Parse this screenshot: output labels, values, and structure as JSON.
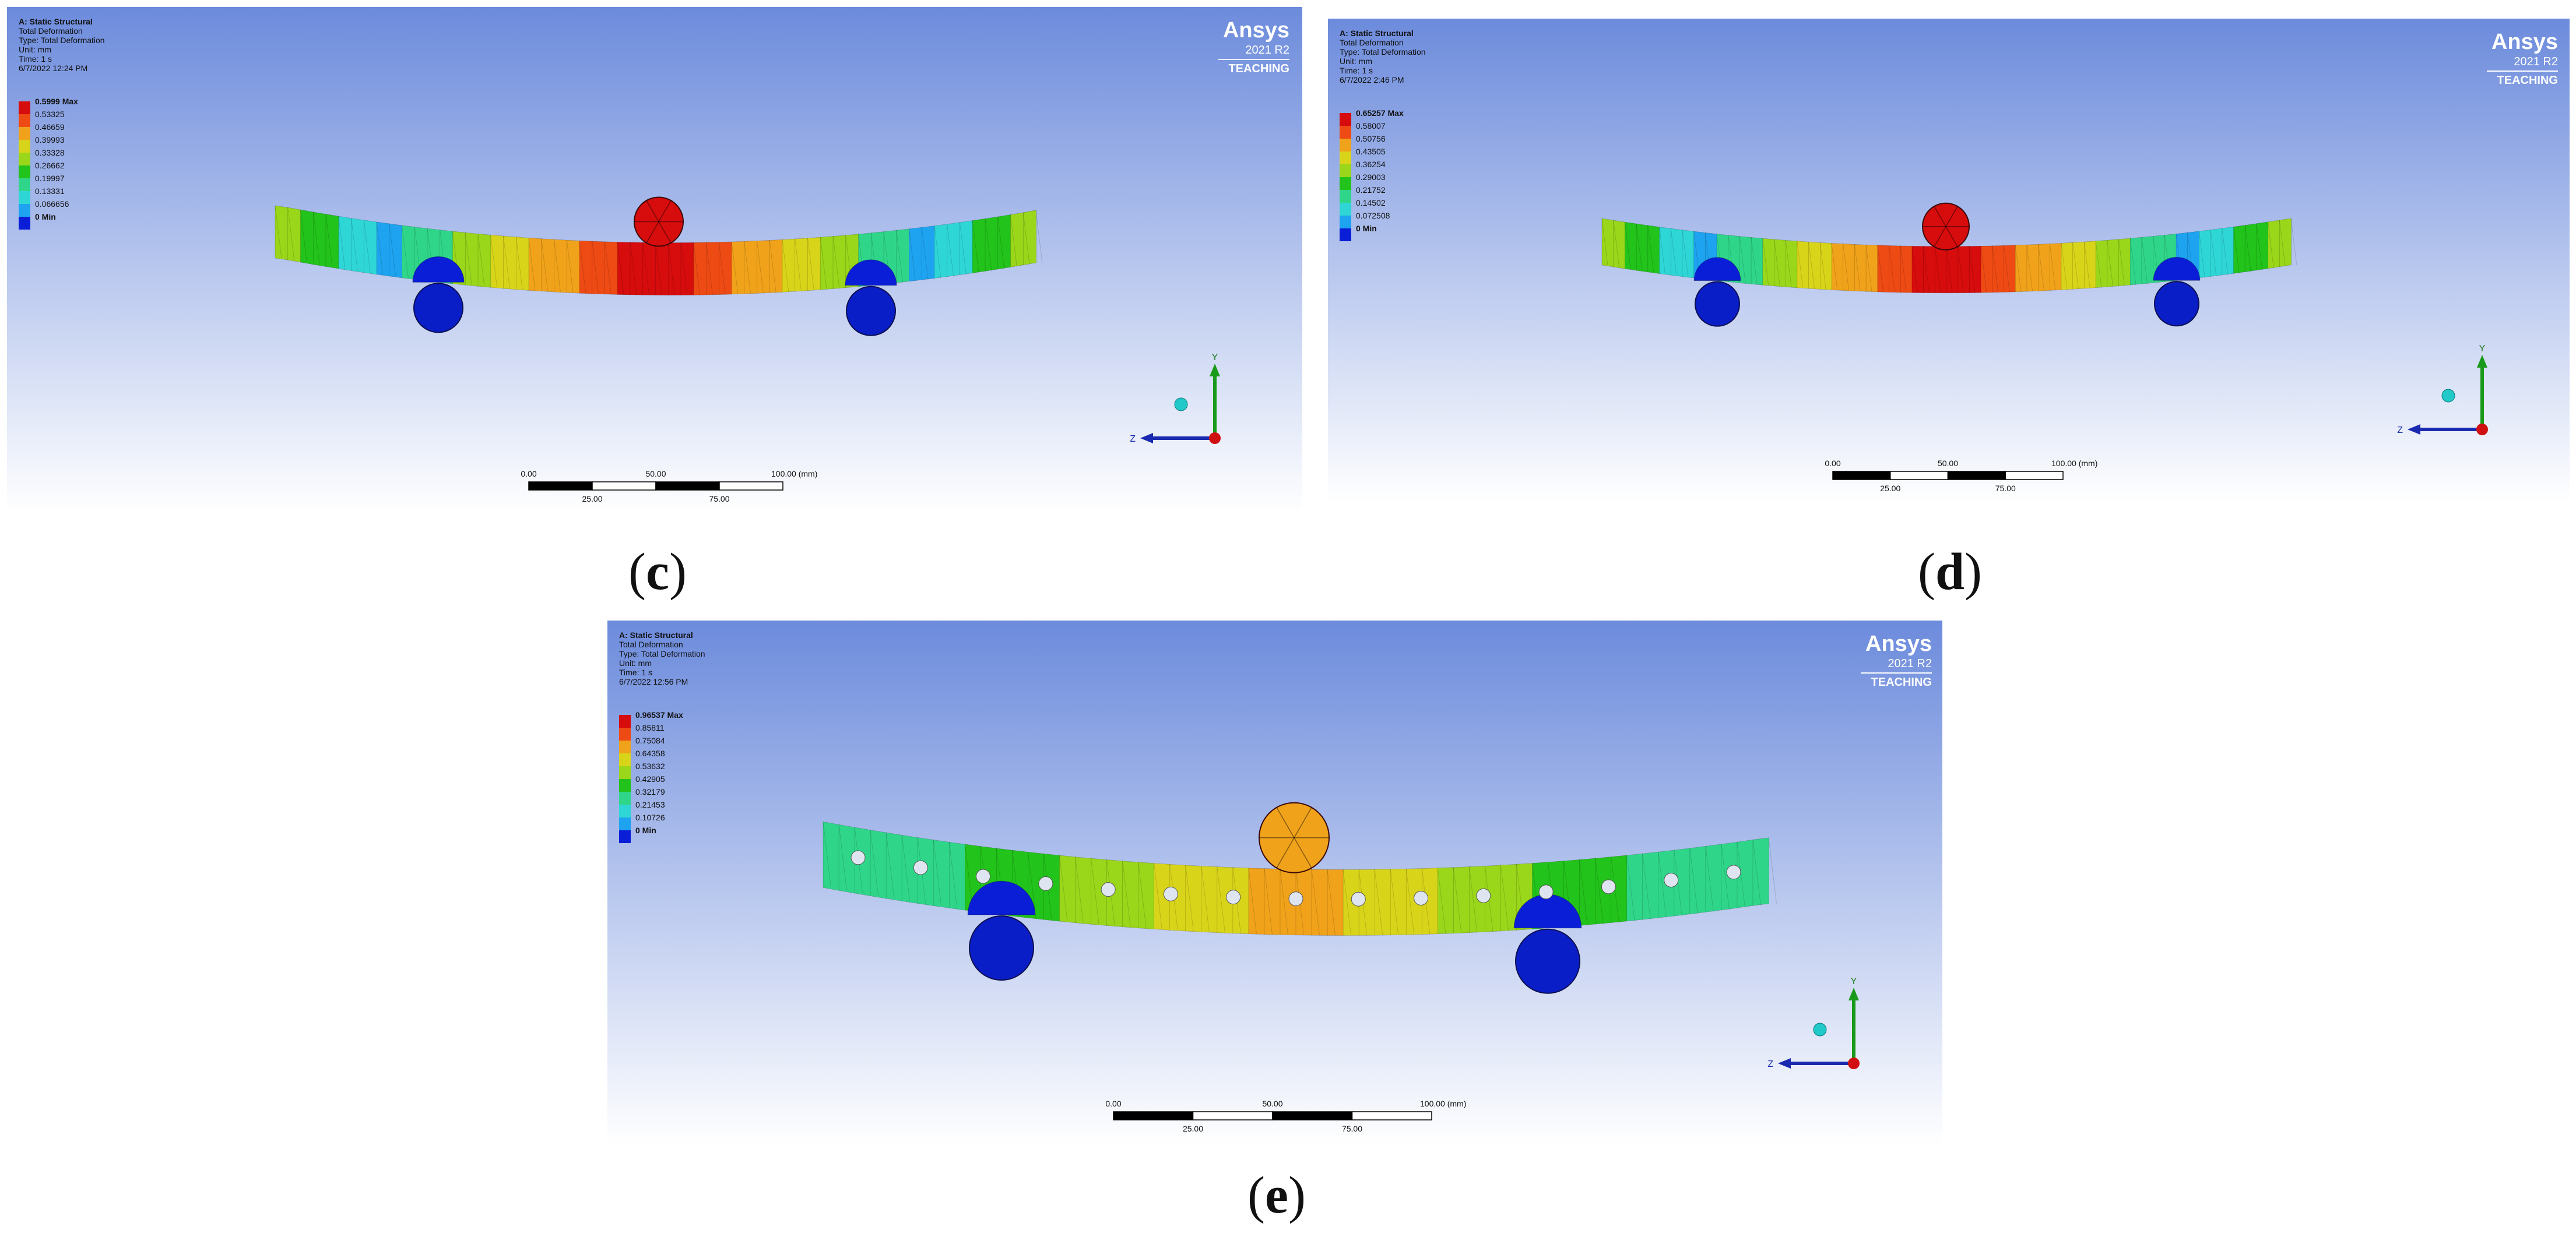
{
  "panels": [
    {
      "id": "c",
      "caption": "c",
      "info": [
        "A: Static Structural",
        "Total Deformation",
        "Type: Total Deformation",
        "Unit: mm",
        "Time: 1 s",
        "6/7/2022 12:24 PM"
      ],
      "legend_max": "0.5999 Max",
      "legend_values": [
        "0.53325",
        "0.46659",
        "0.39993",
        "0.33328",
        "0.26662",
        "0.19997",
        "0.13331",
        "0.066656"
      ],
      "legend_min": "0 Min",
      "bending_pattern": "uniform",
      "has_holes": false
    },
    {
      "id": "d",
      "caption": "d",
      "info": [
        "A: Static Structural",
        "Total Deformation",
        "Type: Total Deformation",
        "Unit: mm",
        "Time: 1 s",
        "6/7/2022 2:46 PM"
      ],
      "legend_max": "0.65257 Max",
      "legend_values": [
        "0.58007",
        "0.50756",
        "0.43505",
        "0.36254",
        "0.29003",
        "0.21752",
        "0.14502",
        "0.072508"
      ],
      "legend_min": "0 Min",
      "bending_pattern": "uniform",
      "has_holes": false
    },
    {
      "id": "e",
      "caption": "e",
      "info": [
        "A: Static Structural",
        "Total Deformation",
        "Type: Total Deformation",
        "Unit: mm",
        "Time: 1 s",
        "6/7/2022 12:56 PM"
      ],
      "legend_max": "0.96537 Max",
      "legend_values": [
        "0.85811",
        "0.75084",
        "0.64358",
        "0.53632",
        "0.42905",
        "0.32179",
        "0.21453",
        "0.10726"
      ],
      "legend_min": "0 Min",
      "bending_pattern": "holes",
      "has_holes": true
    }
  ],
  "branding": {
    "name": "Ansys",
    "version": "2021 R2",
    "edition": "TEACHING"
  },
  "scale_bar": {
    "top_labels": [
      "0.00",
      "50.00",
      "100.00 (mm)"
    ],
    "bottom_labels": [
      "25.00",
      "75.00"
    ]
  },
  "triad": {
    "y_label": "Y",
    "z_label": "Z"
  },
  "colors": {
    "background_top": "#6c8bdc",
    "background_bottom": "#ffffff",
    "legend": [
      "#0a1ed8",
      "#1ea3f0",
      "#2fd6d6",
      "#2fd68a",
      "#22c31a",
      "#9ad61a",
      "#d8d41a",
      "#f0a21a",
      "#ee4a14",
      "#d70c0c"
    ],
    "support_roller": "#0a1ec8",
    "y_axis": "#1a9a1a",
    "z_axis": "#1a2ab0",
    "origin": "#d01010"
  }
}
